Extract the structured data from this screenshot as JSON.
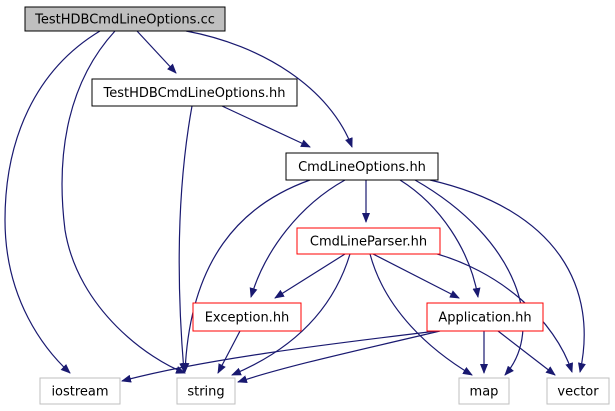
{
  "colors": {
    "edge": "#191970",
    "root_fill": "#bfbfbf",
    "header_border": "#000000",
    "error_border": "#ff0000",
    "system_border": "#bfbfbf",
    "system_text": "#000000"
  },
  "nodes": [
    {
      "id": "root",
      "label": "TestHDBCmdLineOptions.cc",
      "kind": "root"
    },
    {
      "id": "testhdr",
      "label": "TestHDBCmdLineOptions.hh",
      "kind": "header"
    },
    {
      "id": "cmdopts",
      "label": "CmdLineOptions.hh",
      "kind": "header"
    },
    {
      "id": "parser",
      "label": "CmdLineParser.hh",
      "kind": "error"
    },
    {
      "id": "exception",
      "label": "Exception.hh",
      "kind": "error"
    },
    {
      "id": "application",
      "label": "Application.hh",
      "kind": "error"
    },
    {
      "id": "iostream",
      "label": "iostream",
      "kind": "system"
    },
    {
      "id": "string",
      "label": "string",
      "kind": "system"
    },
    {
      "id": "map",
      "label": "map",
      "kind": "system"
    },
    {
      "id": "vector",
      "label": "vector",
      "kind": "system"
    }
  ],
  "edges": [
    {
      "from": "root",
      "to": "testhdr"
    },
    {
      "from": "root",
      "to": "cmdopts"
    },
    {
      "from": "root",
      "to": "iostream"
    },
    {
      "from": "root",
      "to": "string"
    },
    {
      "from": "testhdr",
      "to": "cmdopts"
    },
    {
      "from": "testhdr",
      "to": "string"
    },
    {
      "from": "cmdopts",
      "to": "parser"
    },
    {
      "from": "cmdopts",
      "to": "exception"
    },
    {
      "from": "cmdopts",
      "to": "application"
    },
    {
      "from": "cmdopts",
      "to": "string"
    },
    {
      "from": "cmdopts",
      "to": "map"
    },
    {
      "from": "cmdopts",
      "to": "vector"
    },
    {
      "from": "parser",
      "to": "exception"
    },
    {
      "from": "parser",
      "to": "application"
    },
    {
      "from": "parser",
      "to": "string"
    },
    {
      "from": "parser",
      "to": "map"
    },
    {
      "from": "parser",
      "to": "vector"
    },
    {
      "from": "exception",
      "to": "string"
    },
    {
      "from": "application",
      "to": "iostream"
    },
    {
      "from": "application",
      "to": "string"
    },
    {
      "from": "application",
      "to": "map"
    },
    {
      "from": "application",
      "to": "vector"
    }
  ]
}
